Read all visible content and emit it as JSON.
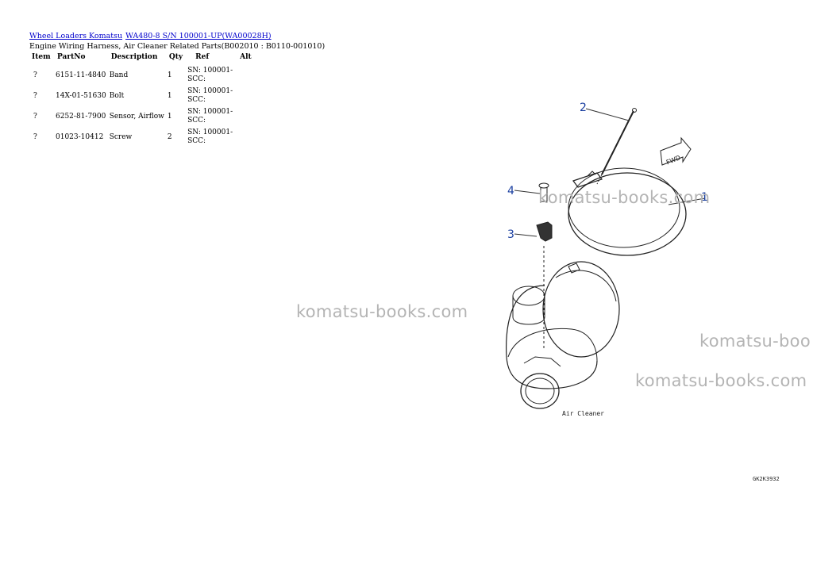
{
  "breadcrumb": {
    "link1": "Wheel Loaders Komatsu",
    "link2": "WA480-8 S/N 100001-UP(WA00028H)"
  },
  "subtitle": "Engine Wiring Harness, Air Cleaner Related Parts(B002010 : B0110-001010)",
  "table": {
    "headers": [
      "Item",
      "PartNo",
      "Description",
      "Qty",
      "Ref",
      "Alt"
    ],
    "rows": [
      {
        "item": "?",
        "partno": "6151-11-4840",
        "description": "Band",
        "qty": "1",
        "ref1": "SN: 100001-",
        "ref2": "SCC:",
        "alt": ""
      },
      {
        "item": "?",
        "partno": "14X-01-51630",
        "description": "Bolt",
        "qty": "1",
        "ref1": "SN: 100001-",
        "ref2": "SCC:",
        "alt": ""
      },
      {
        "item": "?",
        "partno": "6252-81-7900",
        "description": "Sensor, Airflow",
        "qty": "1",
        "ref1": "SN: 100001-",
        "ref2": "SCC:",
        "alt": ""
      },
      {
        "item": "?",
        "partno": "01023-10412",
        "description": "Screw",
        "qty": "2",
        "ref1": "SN: 100001-",
        "ref2": "SCC:",
        "alt": ""
      }
    ]
  },
  "diagram": {
    "callouts": [
      "1",
      "2",
      "3",
      "4"
    ],
    "fwd_label": "FWD",
    "caption": "Air Cleaner",
    "drawing_code": "GK2K3932",
    "callout_color": "#1a3fa0"
  },
  "watermarks": {
    "w1": "komatsu-books.com",
    "w2": "komatsu-books.com",
    "w3": "komatsu-boo",
    "w4": "komatsu-books.com"
  }
}
